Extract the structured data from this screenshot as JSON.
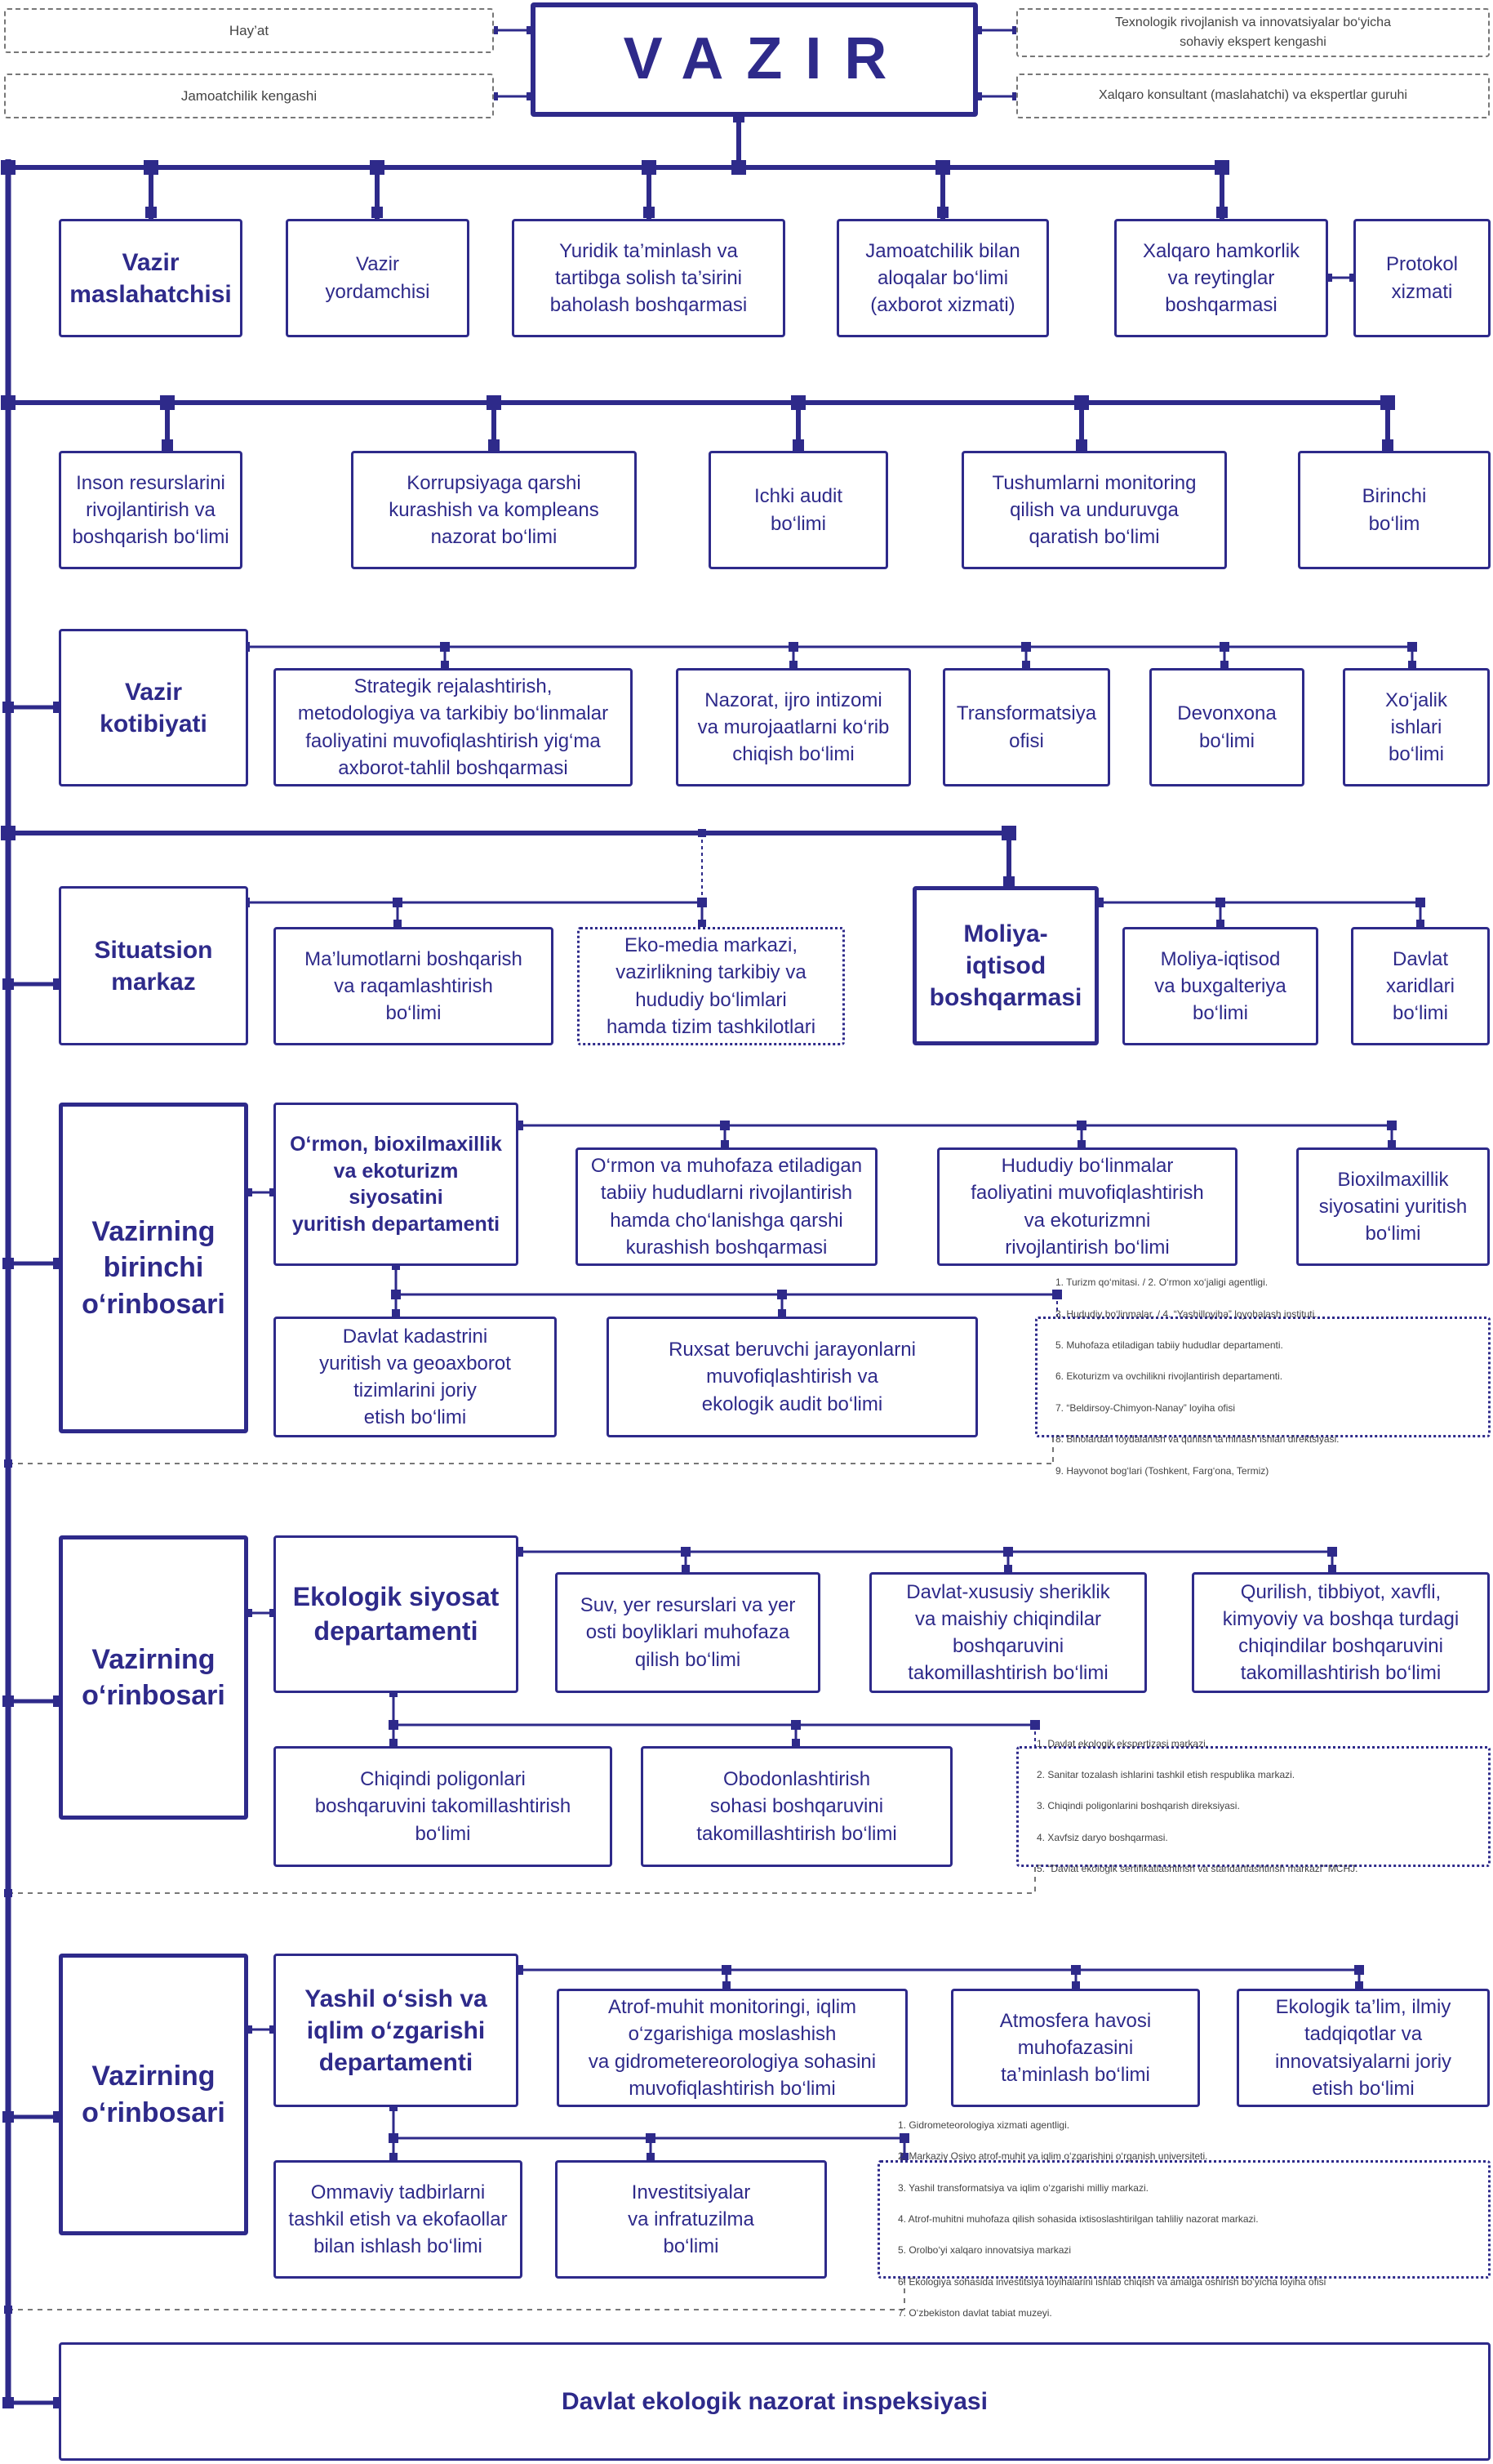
{
  "header": {
    "title": "VAZIR",
    "left_items": [
      "Hay’at",
      "Jamoatchilik kengashi"
    ],
    "right_items": [
      "Texnologik rivojlanish va innovatsiyalar bo‘yicha\nsohaviy ekspert kengashi",
      "Xalqaro konsultant (maslahatchi) va ekspertlar guruhi"
    ]
  },
  "row1": [
    "Vazir\nmaslahatchisi",
    "Vazir\nyordamchisi",
    "Yuridik ta’minlash va\ntartibga solish ta’sirini\nbaholash boshqarmasi",
    "Jamoatchilik bilan\naloqalar bo‘limi\n(axborot xizmati)",
    "Xalqaro hamkorlik\nva reytinglar\nboshqarmasi",
    "Protokol\nxizmati"
  ],
  "row2": [
    "Inson resurslarini\nrivojlantirish va\nboshqarish bo‘limi",
    "Korrupsiyaga qarshi\nkurashish va kompleans\nnazorat bo‘limi",
    "Ichki audit\nbo‘limi",
    "Tushumlarni monitoring\nqilish va unduruvga\nqaratish bo‘limi",
    "Birinchi\nbo‘lim"
  ],
  "secretariat": {
    "head": "Vazir\nkotibiyati",
    "items": [
      "Strategik rejalashtirish,\nmetodologiya va tarkibiy bo‘linmalar\nfaoliyatini muvofiqlashtirish yig‘ma\naxborot-tahlil boshqarmasi",
      "Nazorat, ijro intizomi\nva murojaatlarni ko‘rib\nchiqish bo‘limi",
      "Transformatsiya\nofisi",
      "Devonxona\nbo‘limi",
      "Xo‘jalik\nishlari\nbo‘limi"
    ]
  },
  "situation": {
    "head": "Situatsion\nmarkaz",
    "items": [
      "Ma’lumotlarni boshqarish\nva raqamlashtirish\nbo‘limi",
      "Eko-media markazi,\nvazirlikning tarkibiy va\nhududiy bo‘limlari\nhamda tizim tashkilotlari"
    ]
  },
  "finance": {
    "head": "Moliya-iqtisod\nboshqarmasi",
    "items": [
      "Moliya-iqtisod\nva buxgalteriya\nbo‘limi",
      "Davlat\nxaridlari\nbo‘limi"
    ]
  },
  "deputy1": {
    "head": "Vazirning\nbirinchi\no‘rinbosari",
    "dept": "O‘rmon, bioxilmaxillik\nva ekoturizm siyosatini\nyuritish departamenti",
    "top": [
      "O‘rmon va muhofaza etiladigan\ntabiiy hududlarni rivojlantirish\nhamda cho‘lanishga qarshi\nkurashish boshqarmasi",
      "Hududiy bo‘linmalar\nfaoliyatini muvofiqlashtirish\nva ekoturizmni\nrivojlantirish bo‘limi",
      "Bioxilmaxillik\nsiyosatini yuritish\nbo‘limi"
    ],
    "bottom": [
      "Davlat kadastrini\nyuritish va geoaxborot\ntizimlarini joriy\netish bo‘limi",
      "Ruxsat beruvchi jarayonlarni\nmuvofiqlashtirish va\nekologik audit bo‘limi"
    ],
    "notes": [
      "1. Turizm qo‘mitasi.     /     2. O‘rmon xo‘jaligi agentligi.",
      "3. Hududiy bo‘linmalar.    /    4. “Yashilloyiha” loyohalash instituti.",
      "5. Muhofaza etiladigan tabiiy hududlar departamenti.",
      "6. Ekoturizm va ovchilikni rivojlantirish departamenti.",
      "7. “Beldirsoy-Chimyon-Nanay” loyiha ofisi",
      "8. Binolardan foydalanish va qurilish ta’mirlash ishlari direktsiyasi.",
      "9. Hayvonot bog‘lari (Toshkent, Farg‘ona, Termiz)"
    ]
  },
  "deputy2": {
    "head": "Vazirning\no‘rinbosari",
    "dept": "Ekologik siyosat\ndepartamenti",
    "top": [
      "Suv, yer resurslari va yer\nosti boyliklari muhofaza\nqilish bo‘limi",
      "Davlat-xususiy sheriklik\nva maishiy chiqindilar\nboshqaruvini\ntakomillashtirish bo‘limi",
      "Qurilish, tibbiyot, xavfli,\nkimyoviy va boshqa turdagi\nchiqindilar boshqaruvini\ntakomillashtirish bo‘limi"
    ],
    "bottom": [
      "Chiqindi poligonlari\nboshqaruvini  takomillashtirish\nbo‘limi",
      "Obodonlashtirish\nsohasi boshqaruvini\ntakomillashtirish bo‘limi"
    ],
    "notes": [
      "1. Davlat ekologik ekspertizasi markazi.",
      "2. Sanitar tozalash ishlarini tashkil etish respublika markazi.",
      "3. Chiqindi poligonlarini boshqarish direksiyasi.",
      "4. Xavfsiz daryo boshqarmasi.",
      "5. “Davlat ekologik sertifikatlashtirish va standartlashtirish markazi” MCHJ."
    ]
  },
  "deputy3": {
    "head": "Vazirning\no‘rinbosari",
    "dept": "Yashil o‘sish va\niqlim o‘zgarishi\ndepartamenti",
    "top": [
      "Atrof-muhit monitoringi, iqlim\no‘zgarishiga moslashish\nva gidrometereorologiya sohasini\nmuvofiqlashtirish bo‘limi",
      "Atmosfera havosi\nmuhofazasini\nta’minlash bo‘limi",
      "Ekologik ta’lim, ilmiy\ntadqiqotlar va\ninnovatsiyalarni joriy\netish bo‘limi"
    ],
    "bottom": [
      "Ommaviy tadbirlarni\ntashkil etish va ekofaollar\nbilan ishlash bo‘limi",
      "Investitsiyalar\nva infratuzilma\nbo‘limi"
    ],
    "notes": [
      "1. Gidrometeorologiya xizmati agentligi.",
      "2. Markaziy Osiyo atrof-muhit va iqlim o‘zgarishini o‘rganish universiteti.",
      "3. Yashil transformatsiya va iqlim o‘zgarishi milliy markazi.",
      "4. Atrof-muhitni muhofaza qilish sohasida ixtisoslashtirilgan tahliliy nazorat markazi.",
      "5. Orolbo‘yi xalqaro innovatsiya markazi",
      "6. Ekologiya sohasida investitsiya loyihalarini ishlab chiqish va amalga oshirish bo‘yicha loyiha ofisi",
      "7. O‘zbekiston davlat tabiat muzeyi."
    ]
  },
  "inspection": "Davlat ekologik nazorat inspeksiyasi",
  "colors": {
    "primary": "#2e2a8a",
    "dashed": "#777777"
  }
}
